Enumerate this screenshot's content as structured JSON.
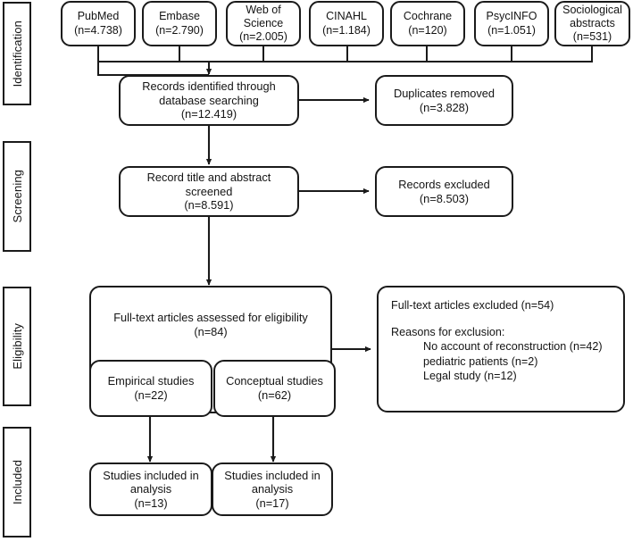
{
  "diagram": {
    "title": "PRISMA study selection flow diagram",
    "line_color": "#1a1a1a",
    "text_color": "#141414",
    "background": "#ffffff"
  },
  "stages": [
    {
      "id": "identification",
      "label": "Identification"
    },
    {
      "id": "screening",
      "label": "Screening"
    },
    {
      "id": "eligibility",
      "label": "Eligibility"
    },
    {
      "id": "included",
      "label": "Included"
    }
  ],
  "databases": [
    {
      "name": "PubMed",
      "count": "(n=4.738)"
    },
    {
      "name": "Embase",
      "count": "(n=2.790)"
    },
    {
      "name": "Web of",
      "name2": "Science",
      "count": "(n=2.005)"
    },
    {
      "name": "CINAHL",
      "count": "(n=1.184)"
    },
    {
      "name": "Cochrane",
      "count": "(n=120)"
    },
    {
      "name": "PsycINFO",
      "count": "(n=1.051)"
    },
    {
      "name": "Sociological",
      "name2": "abstracts",
      "count": "(n=531)"
    }
  ],
  "nodes": {
    "records_identified": {
      "line1": "Records identified through",
      "line2": "database searching",
      "count": "(n=12.419)"
    },
    "duplicates_removed": {
      "line1": "Duplicates removed",
      "count": "(n=3.828)"
    },
    "records_screened": {
      "line1": "Record title and abstract",
      "line2": "screened",
      "count": "(n=8.591)"
    },
    "records_excluded": {
      "line1": "Records excluded",
      "count": "(n=8.503)"
    },
    "fulltext_assessed": {
      "line1": "Full-text articles assessed for eligibility",
      "count": "(n=84)"
    },
    "empirical_studies": {
      "line1": "Empirical studies",
      "count": "(n=22)"
    },
    "conceptual_studies": {
      "line1": "Conceptual studies",
      "count": "(n=62)"
    },
    "fulltext_excluded": {
      "heading": "Full-text articles excluded (n=54)",
      "reasons_title": "Reasons for exclusion:",
      "reasons": [
        "No account of reconstruction (n=42)",
        "pediatric patients (n=2)",
        "Legal study (n=12)"
      ]
    },
    "included_empirical": {
      "line1": "Studies included in",
      "line2": "analysis",
      "count": "(n=13)"
    },
    "included_conceptual": {
      "line1": "Studies included in",
      "line2": "analysis",
      "count": "(n=17)"
    }
  }
}
